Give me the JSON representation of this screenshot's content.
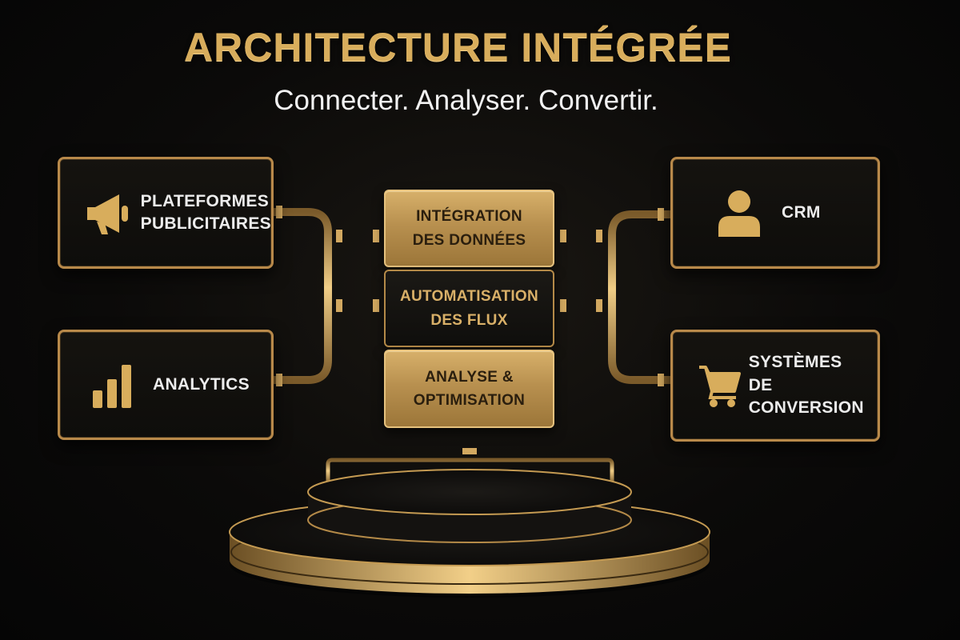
{
  "header": {
    "title": "ARCHITECTURE INTÉGRÉE",
    "subtitle": "Connecter. Analyser. Convertir."
  },
  "left_cards": [
    {
      "label_line1": "PLATEFORMES",
      "label_line2": "PUBLICITAIRES",
      "icon": "megaphone-icon"
    },
    {
      "label_line1": "ANALYTICS",
      "label_line2": "",
      "icon": "bar-chart-icon"
    }
  ],
  "right_cards": [
    {
      "label_line1": "CRM",
      "label_line2": "",
      "icon": "user-icon"
    },
    {
      "label_line1": "SYSTÈMES",
      "label_line2": "DE CONVERSION",
      "icon": "shopping-cart-icon"
    }
  ],
  "center_stack": [
    {
      "line1": "INTÉGRATION",
      "line2": "DES DONNÉES",
      "style": "gold"
    },
    {
      "line1": "AUTOMATISATION",
      "line2": "DES FLUX",
      "style": "dark"
    },
    {
      "line1": "ANALYSE &",
      "line2": "OPTIMISATION",
      "style": "gold"
    }
  ],
  "colors": {
    "gold": "#d8ad5c",
    "background": "#0b0a09",
    "card_border": "#b8894a",
    "text_light": "#ececec"
  }
}
